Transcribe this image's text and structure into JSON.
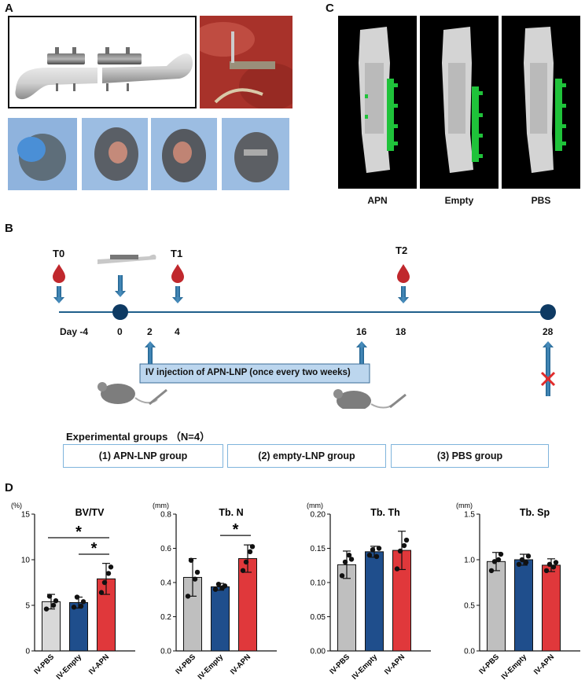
{
  "panels": {
    "a": "A",
    "b": "B",
    "c": "C",
    "d": "D"
  },
  "ct_labels": [
    "APN",
    "Empty",
    "PBS"
  ],
  "timeline": {
    "timepoints": [
      "T0",
      "T1",
      "T2"
    ],
    "days": [
      "Day -4",
      "0",
      "2",
      "4",
      "16",
      "18",
      "28"
    ],
    "injection_label": "IV injection of APN-LNP (once every two weeks)",
    "groups_title": "Experimental groups （N=4）",
    "groups": [
      "(1) APN-LNP group",
      "(2) empty-LNP group",
      "(3) PBS group"
    ],
    "colors": {
      "line": "#1f5f8b",
      "dot": "#0e3a63",
      "blood": "#c0282d",
      "cross": "#e02b2b",
      "box": "#bcd6ee",
      "group_border": "#7fb4dc"
    }
  },
  "chart_data": [
    {
      "type": "bar",
      "title": "BV/TV",
      "ylabel": "(%)",
      "categories": [
        "IV-PBS",
        "IV-Empty",
        "IV-APN"
      ],
      "values": [
        5.4,
        5.3,
        7.9
      ],
      "errors": [
        0.8,
        0.6,
        1.7
      ],
      "points": [
        [
          4.6,
          5.5,
          6.0,
          5.0
        ],
        [
          4.8,
          5.4,
          5.9,
          4.9
        ],
        [
          6.4,
          9.2,
          7.5,
          8.5
        ]
      ],
      "colors": [
        "#d9d9d9",
        "#1f4e8c",
        "#e0383b"
      ],
      "ylim": [
        0,
        15
      ],
      "yticks": [
        "0",
        "5",
        "10",
        "15"
      ],
      "significance": [
        {
          "from": 0,
          "to": 2,
          "label": "*"
        },
        {
          "from": 1,
          "to": 2,
          "label": "*"
        }
      ]
    },
    {
      "type": "bar",
      "title": "Tb. N",
      "ylabel": "(mm)",
      "categories": [
        "IV-PBS",
        "IV-Empty",
        "IV-APN"
      ],
      "values": [
        0.43,
        0.375,
        0.54
      ],
      "errors": [
        0.11,
        0.02,
        0.08
      ],
      "points": [
        [
          0.32,
          0.46,
          0.53,
          0.42
        ],
        [
          0.36,
          0.38,
          0.39,
          0.37
        ],
        [
          0.47,
          0.61,
          0.52,
          0.58
        ]
      ],
      "colors": [
        "#bfbfbf",
        "#1f4e8c",
        "#e0383b"
      ],
      "ylim": [
        0,
        0.8
      ],
      "yticks": [
        "0.0",
        "0.2",
        "0.4",
        "0.6",
        "0.8"
      ],
      "significance": [
        {
          "from": 1,
          "to": 2,
          "label": "*"
        }
      ]
    },
    {
      "type": "bar",
      "title": "Tb. Th",
      "ylabel": "(mm)",
      "categories": [
        "IV-PBS",
        "IV-Empty",
        "IV-APN"
      ],
      "values": [
        0.126,
        0.145,
        0.147
      ],
      "errors": [
        0.02,
        0.008,
        0.028
      ],
      "points": [
        [
          0.11,
          0.134,
          0.13,
          0.14
        ],
        [
          0.14,
          0.15,
          0.148,
          0.138
        ],
        [
          0.12,
          0.162,
          0.146,
          0.154
        ]
      ],
      "colors": [
        "#bfbfbf",
        "#1f4e8c",
        "#e0383b"
      ],
      "ylim": [
        0,
        0.2
      ],
      "yticks": [
        "0.00",
        "0.05",
        "0.10",
        "0.15",
        "0.20"
      ],
      "significance": []
    },
    {
      "type": "bar",
      "title": "Tb. Sp",
      "ylabel": "(mm)",
      "categories": [
        "IV-PBS",
        "IV-Empty",
        "IV-APN"
      ],
      "values": [
        0.98,
        1.0,
        0.94
      ],
      "errors": [
        0.1,
        0.06,
        0.07
      ],
      "points": [
        [
          0.88,
          1.06,
          0.98,
          1.0
        ],
        [
          0.95,
          1.04,
          1.0,
          0.97
        ],
        [
          0.88,
          0.97,
          0.95,
          0.92
        ]
      ],
      "colors": [
        "#bfbfbf",
        "#1f4e8c",
        "#e0383b"
      ],
      "ylim": [
        0,
        1.5
      ],
      "yticks": [
        "0.0",
        "0.5",
        "1.0",
        "1.5"
      ],
      "significance": []
    }
  ]
}
